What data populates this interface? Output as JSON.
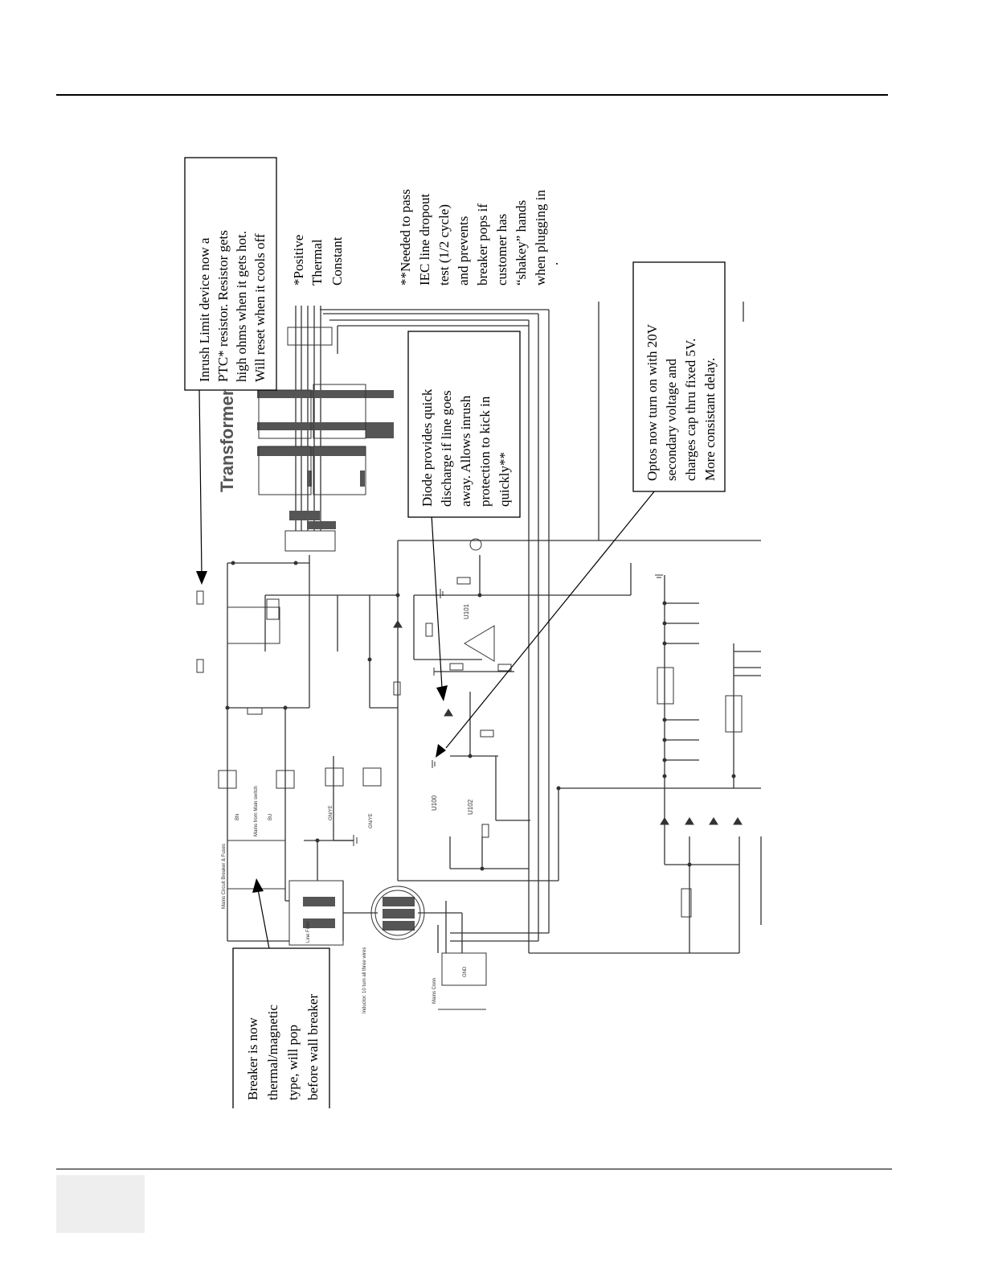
{
  "notes": {
    "inrush": [
      "Inrush Limit device now a",
      "PTC* resistor.  Resistor gets",
      "high ohms when it gets hot.",
      "Will reset when it cools off"
    ],
    "ptc_footnote": [
      "*Positive",
      "Thermal",
      "Constant"
    ],
    "iec": [
      "**Needed to pass",
      "IEC line dropout",
      "test (1/2 cycle)",
      "and prevents",
      "breaker pops if",
      "customer has",
      "“shakey” hands",
      "when plugging in",
      "."
    ],
    "diode": [
      "Diode provides quick",
      "discharge if line goes",
      "away. Allows inrush",
      "protection to kick in",
      "quickly**"
    ],
    "optos": [
      "Optos now turn on with 20V",
      "secondary voltage and",
      "charges cap thru fixed 5V.",
      "More consistant delay."
    ],
    "breaker": [
      "Breaker is now",
      "thermal/magnetic",
      "type, will pop",
      "before wall breaker"
    ]
  },
  "labels": {
    "transformer": "Transformer",
    "mains_breaker": "Mains Circuit Breaker & Fuses",
    "mains_from_switch": "Mains from Main switch",
    "bn": "BN",
    "bu": "BU",
    "gnye_1": "GN/YE",
    "gnye_2": "GN/YE",
    "line_filter": "Line Filter",
    "inductor": "Inductor: 10 turn all three wires",
    "mains_conn": "Mains Conn",
    "u100": "U100",
    "u101": "U101",
    "u102": "U102",
    "gnd": "GND"
  },
  "colors": {
    "wire": "#333333",
    "component_fill": "#555555",
    "note_border": "#000000"
  }
}
